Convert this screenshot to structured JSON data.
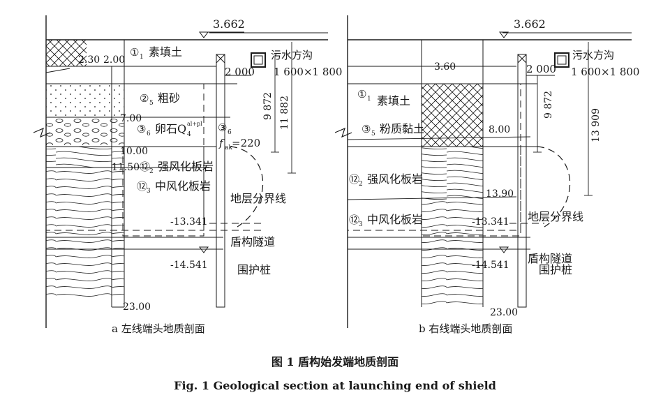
{
  "left": {
    "ground_level": "3.662",
    "sewer_label": "污水方沟",
    "sewer_size": "1 600×1 800",
    "offset_2000": "2 000",
    "dim_9872": "9 872",
    "dim_11882": "11 882",
    "water_level": "2.30",
    "depth_200": "2.00",
    "depth_700": "7.00",
    "depth_1000": "10.00",
    "depth_1150": "11.50",
    "depth_2300": "23.00",
    "elev_13341": "-13.341",
    "elev_14541": "-14.541",
    "layer_1_num": "①",
    "layer_1_sub": "1",
    "layer_1_name": "素填土",
    "layer_2_num": "②",
    "layer_2_sub": "5",
    "layer_2_name": "粗砂",
    "layer_3_num": "③",
    "layer_3_sub": "6",
    "layer_3_name": "卵石Q",
    "layer_3_sup": "al+pl",
    "layer_3_sub2": "4",
    "layer_3b_num": "③",
    "layer_3b_sub": "6",
    "fak_f": "f",
    "fak_sub": "ak",
    "fak_val": "=220",
    "layer_12_2": "⑫",
    "layer_12_2_sub": "2",
    "layer_12_2_name": "强风化板岩",
    "layer_12_3": "⑫",
    "layer_12_3_sub": "3",
    "layer_12_3_name": "中风化板岩",
    "boundary_label": "地层分界线",
    "tunnel_label": "盾构隧道",
    "pile_label": "围护桩",
    "caption": "a  左线端头地质剖面"
  },
  "right": {
    "ground_level": "3.662",
    "sewer_label": "污水方沟",
    "sewer_size": "1 600×1 800",
    "offset_2000": "2 000",
    "dim_9872": "9 872",
    "dim_13909": "13 909",
    "water_level": "3.60",
    "depth_800": "8.00",
    "depth_1390": "13.90",
    "depth_2300": "23.00",
    "elev_13341": "-13.341",
    "elev_14541": "-14.541",
    "layer_1_num": "①",
    "layer_1_sub": "1",
    "layer_1_name": "素填土",
    "layer_3_num": "③",
    "layer_3_sub": "5",
    "layer_3_name": "粉质黏土",
    "layer_12_2": "⑫",
    "layer_12_2_sub": "2",
    "layer_12_2_name": "强风化板岩",
    "layer_12_3": "⑫",
    "layer_12_3_sub": "3",
    "layer_12_3_name": "中风化板岩",
    "boundary_label": "地层分界线",
    "tunnel_label": "盾构隧道",
    "pile_label": "围护桩",
    "caption": "b  右线端头地质剖面"
  },
  "figure": {
    "title_cn": "图 1    盾构始发端地质剖面",
    "title_en": "Fig. 1    Geological section at launching end of shield"
  }
}
